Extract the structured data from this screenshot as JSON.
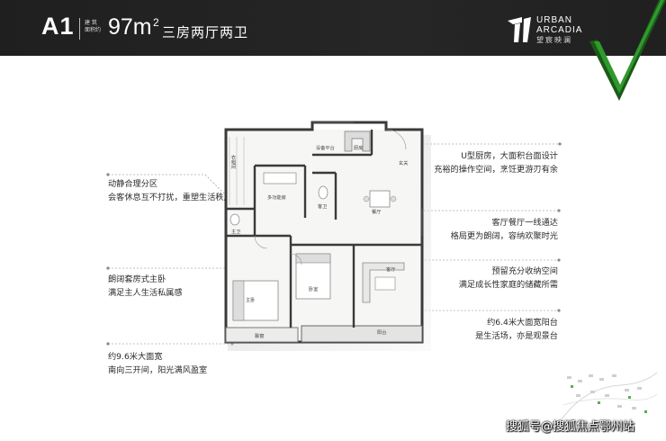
{
  "header": {
    "unit_code": "A1",
    "area_tag_line1": "建 筑",
    "area_tag_line2": "面积约",
    "area_value": "97m",
    "area_sup": "2",
    "layout_title": "三房两厅两卫"
  },
  "logo": {
    "icon": "urban-arcadia-logo-icon",
    "line1": "URBAN",
    "line2": "ARCADIA",
    "line3": "望宸映澜"
  },
  "accent_colors": {
    "check_green": "#2f9a2c",
    "check_dark": "#1c5a18",
    "leader": "#888888"
  },
  "annotations": {
    "zoning": {
      "line1": "动静合理分区",
      "line2": "会客休息互不打扰，重塑生活秩序"
    },
    "master_suite": {
      "line1": "朗阔套房式主卧",
      "line2": "满足主人生活私属感"
    },
    "frontage": {
      "line1": "约9.6米大面宽",
      "line2": "南向三开间，阳光满风盈室"
    },
    "kitchen": {
      "line1": "U型厨房，大面积台面设计",
      "line2": "充裕的操作空间，烹饪更游刃有余"
    },
    "living_dining": {
      "line1": "客厅餐厅一线通达",
      "line2": "格局更为朗阔，容纳欢聚时光"
    },
    "storage": {
      "line1": "预留充分收纳空间",
      "line2": "满足成长性家庭的储藏所需"
    },
    "balcony": {
      "line1": "约6.4米大面宽阳台",
      "line2": "是生活场，亦是观景台"
    }
  },
  "floor_plan": {
    "rooms": {
      "equipment_platform": "设备平台",
      "kitchen": "厨房",
      "entrance": "玄关",
      "dining": "餐厅",
      "multi_room": "多功能房",
      "guest_bath": "客卫",
      "master_bath": "主卫",
      "master_bedroom": "主卧",
      "bedroom": "卧室",
      "living_room": "客厅",
      "balcony": "阳台",
      "bay_window": "飘窗",
      "closet": "衣帽间"
    }
  },
  "watermark": "搜狐号@搜狐焦点鄂州站"
}
